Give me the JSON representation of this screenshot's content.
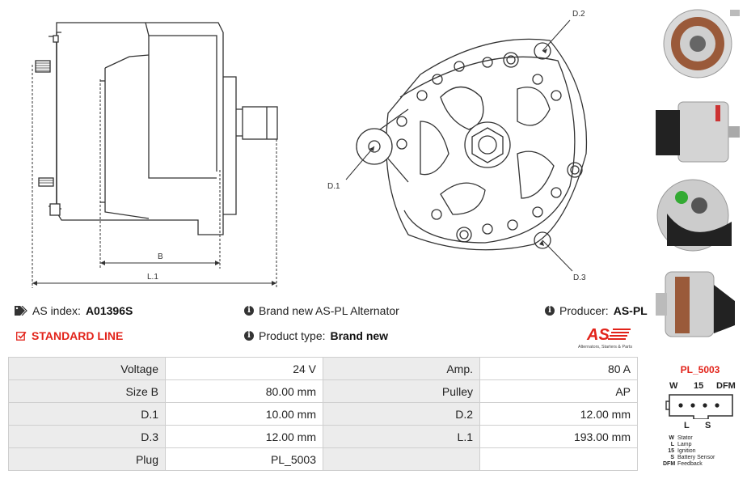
{
  "dimensions": {
    "b": "B",
    "l1": "L.1",
    "d1": "D.1",
    "d2": "D.2",
    "d3": "D.3"
  },
  "info": {
    "as_index_label": "AS index:",
    "as_index_value": "A01396S",
    "brand_text": "Brand new AS-PL Alternator",
    "producer_label": "Producer:",
    "producer_value": "AS-PL",
    "standard_line": "STANDARD LINE",
    "product_type_label": "Product type:",
    "product_type_value": "Brand new"
  },
  "logo": {
    "text": "AS",
    "tagline": "Alternators, Starters & Parts",
    "color": "#e2231a"
  },
  "specs": [
    {
      "label": "Voltage",
      "value": "24 V",
      "label2": "Amp.",
      "value2": "80 A"
    },
    {
      "label": "Size B",
      "value": "80.00 mm",
      "label2": "Pulley",
      "value2": "AP"
    },
    {
      "label": "D.1",
      "value": "10.00 mm",
      "label2": "D.2",
      "value2": "12.00 mm"
    },
    {
      "label": "D.3",
      "value": "12.00 mm",
      "label2": "L.1",
      "value2": "193.00 mm"
    },
    {
      "label": "Plug",
      "value": "PL_5003",
      "label2": "",
      "value2": ""
    }
  ],
  "plug": {
    "title": "PL_5003",
    "top_pins": [
      "W",
      "15",
      "DFM"
    ],
    "bottom_pins": [
      "L",
      "S"
    ],
    "legend": [
      {
        "key": "W",
        "desc": "Stator"
      },
      {
        "key": "L",
        "desc": "Lamp"
      },
      {
        "key": "15",
        "desc": "Ignition"
      },
      {
        "key": "S",
        "desc": "Battery Sensor"
      },
      {
        "key": "DFM",
        "desc": "Feedback"
      }
    ]
  },
  "icons": {
    "tag": "tag-icon",
    "info": "info-circle-icon",
    "check": "checkbox-icon"
  }
}
